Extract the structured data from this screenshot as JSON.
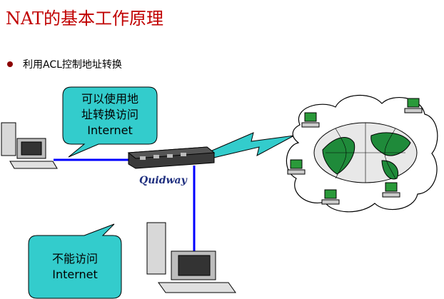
{
  "title": "NAT的基本工作原理",
  "bullet": "利用ACL控制地址转换",
  "callout_allowed": {
    "lines": [
      "可以使用地",
      "址转换访问",
      "Internet"
    ]
  },
  "callout_denied": {
    "lines": [
      "不能访问",
      "Internet"
    ]
  },
  "router_label": "Quidway",
  "colors": {
    "title": "#c00000",
    "callout_fill": "#33cccc",
    "link": "#0000ff",
    "brand": "#1f2f7f"
  }
}
